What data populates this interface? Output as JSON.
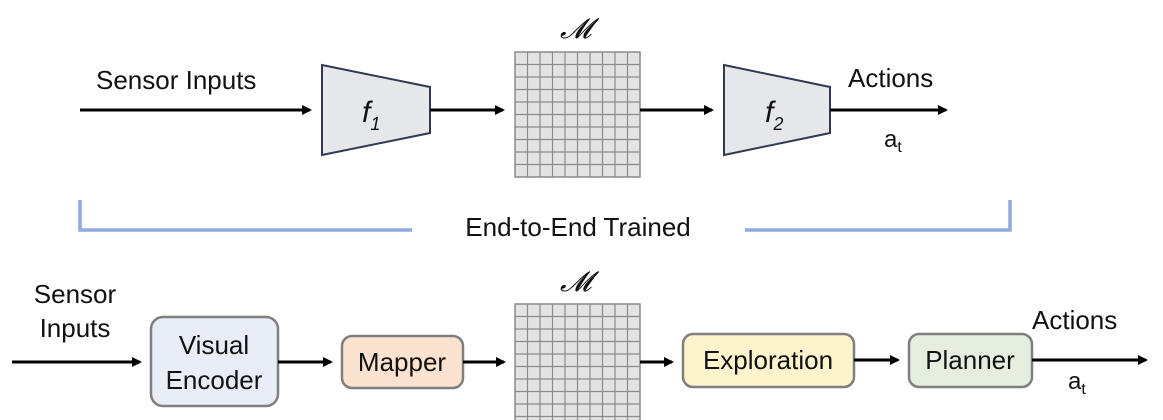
{
  "top": {
    "input_label": "Sensor Inputs",
    "f1": {
      "name": "f",
      "sub": "1"
    },
    "memory_symbol": "𝓜",
    "f2": {
      "name": "f",
      "sub": "2"
    },
    "output_label": "Actions",
    "action_var": {
      "name": "a",
      "sub": "t"
    }
  },
  "bracket_label": "End-to-End Trained",
  "bottom": {
    "input_label_line1": "Sensor",
    "input_label_line2": "Inputs",
    "visual_encoder_line1": "Visual",
    "visual_encoder_line2": "Encoder",
    "mapper": "Mapper",
    "memory_symbol": "𝓜",
    "exploration": "Exploration",
    "planner": "Planner",
    "output_label": "Actions",
    "action_var": {
      "name": "a",
      "sub": "t"
    }
  },
  "colors": {
    "trapezoid_fill": "#e6e7ea",
    "trapezoid_stroke": "#2f3b54",
    "bracket": "#8faadc",
    "visual_encoder_fill": "#e8edf7",
    "mapper_fill": "#fbe3cf",
    "exploration_fill": "#fdf3cc",
    "planner_fill": "#e6efdf",
    "box_stroke": "#7f7f7f",
    "grid_fill": "#e3e3e3",
    "grid_stroke": "#8a8a8a"
  }
}
